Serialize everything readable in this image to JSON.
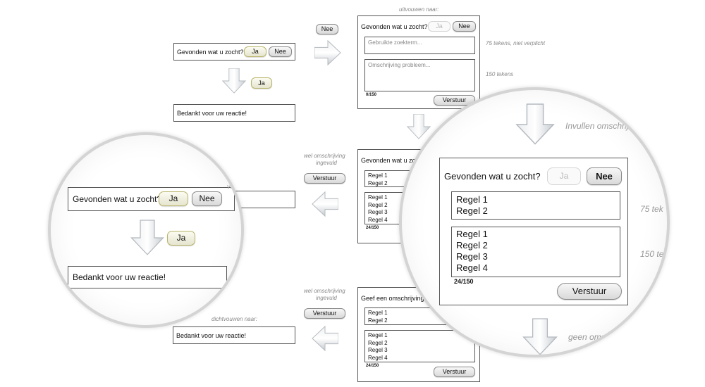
{
  "flow": {
    "question": "Gevonden wat u zocht?",
    "ja": "Ja",
    "nee": "Nee",
    "thanks": "Bedankt voor uw reactie!",
    "expand_to": "uitvouwen naar:",
    "collapse_to": "dichtvouwen naar:",
    "search_placeholder": "Gebruikte zoekterm...",
    "desc_placeholder": "Omschrijving probleem...",
    "limit_75": "75 tekens, niet verplicht",
    "limit_150": "150 tekens",
    "counter_empty": "0/150",
    "counter_filled": "24/150",
    "send": "Verstuur",
    "filled_desc_line1": "wel omschrijving",
    "filled_desc_line2": "ingevuld",
    "give_desc": "Geef een omschrijving",
    "fill_desc": "Invullen omschrijving",
    "no_desc": "geen omschrijving",
    "regel1": "Regel 1",
    "regel2": "Regel 2",
    "regel3": "Regel 3",
    "regel4": "Regel 4"
  }
}
